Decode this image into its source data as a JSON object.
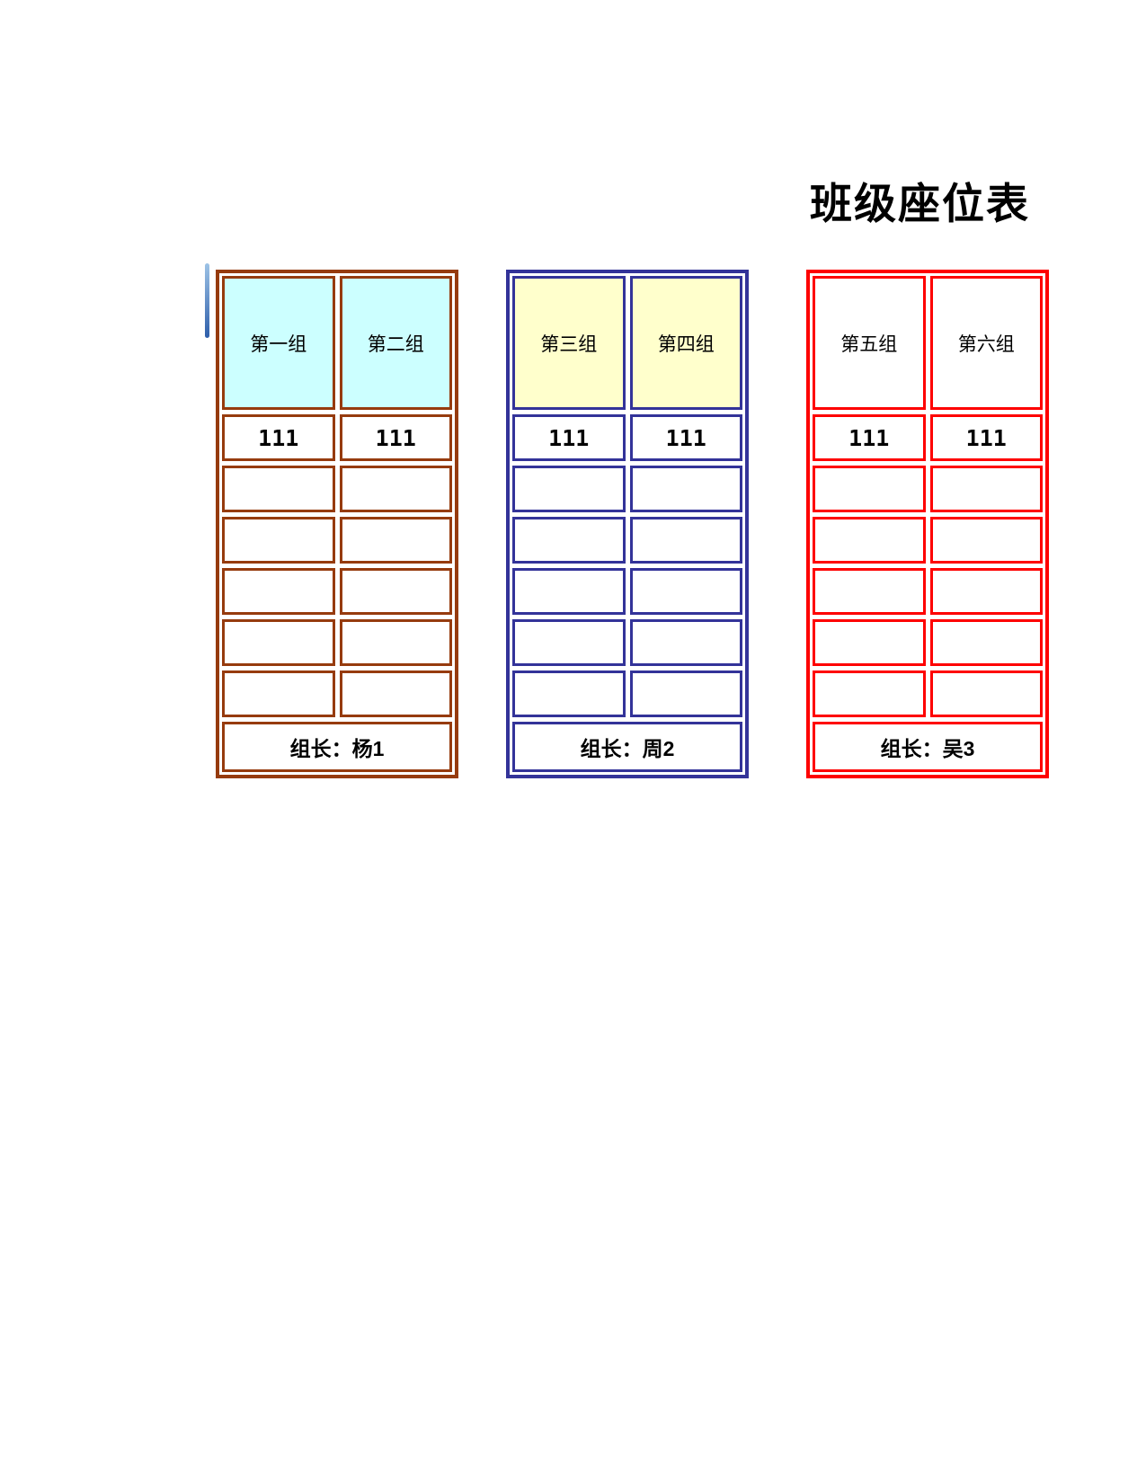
{
  "title": "班级座位表",
  "panels": [
    {
      "border_color": "#963B0E",
      "header_bg": "#CCFFFF",
      "name_cells": [
        "第一组",
        "第二组"
      ],
      "seat_rows": [
        [
          "111",
          "111"
        ],
        [
          "",
          ""
        ],
        [
          "",
          ""
        ],
        [
          "",
          ""
        ],
        [
          "",
          ""
        ],
        [
          "",
          ""
        ]
      ],
      "leader": "组长：杨1"
    },
    {
      "border_color": "#333399",
      "header_bg": "#FFFFCC",
      "name_cells": [
        "第三组",
        "第四组"
      ],
      "seat_rows": [
        [
          "111",
          "111"
        ],
        [
          "",
          ""
        ],
        [
          "",
          ""
        ],
        [
          "",
          ""
        ],
        [
          "",
          ""
        ],
        [
          "",
          ""
        ]
      ],
      "leader": "组长：周2"
    },
    {
      "border_color": "#FE0000",
      "header_bg": "#FFFFFF",
      "name_cells": [
        "第五组",
        "第六组"
      ],
      "seat_rows": [
        [
          "111",
          "111"
        ],
        [
          "",
          ""
        ],
        [
          "",
          ""
        ],
        [
          "",
          ""
        ],
        [
          "",
          ""
        ],
        [
          "",
          ""
        ]
      ],
      "leader": "组长：吴3"
    }
  ],
  "ink_mark_colors": {
    "top": "#9DC3E6",
    "bottom": "#2E5EAA"
  }
}
